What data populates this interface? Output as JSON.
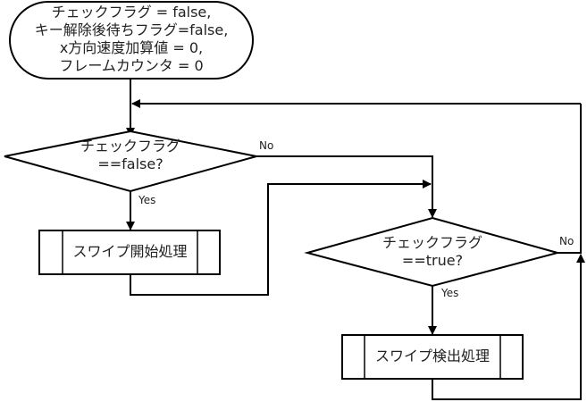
{
  "diagram": {
    "type": "flowchart",
    "start": {
      "lines": [
        "チェックフラグ = false,",
        "キー解除後待ちフラグ=false,",
        "x方向速度加算値 = 0,",
        "フレームカウンタ = 0"
      ]
    },
    "decision1": {
      "line1": "チェックフラグ",
      "line2": "==false?",
      "no_label": "No",
      "yes_label": "Yes"
    },
    "process1": {
      "label": "スワイプ開始処理"
    },
    "decision2": {
      "line1": "チェックフラグ",
      "line2": "==true?",
      "no_label": "No",
      "yes_label": "Yes"
    },
    "process2": {
      "label": "スワイプ検出処理"
    },
    "colors": {
      "stroke": "#000000",
      "text": "#222222",
      "background": "#ffffff"
    }
  }
}
